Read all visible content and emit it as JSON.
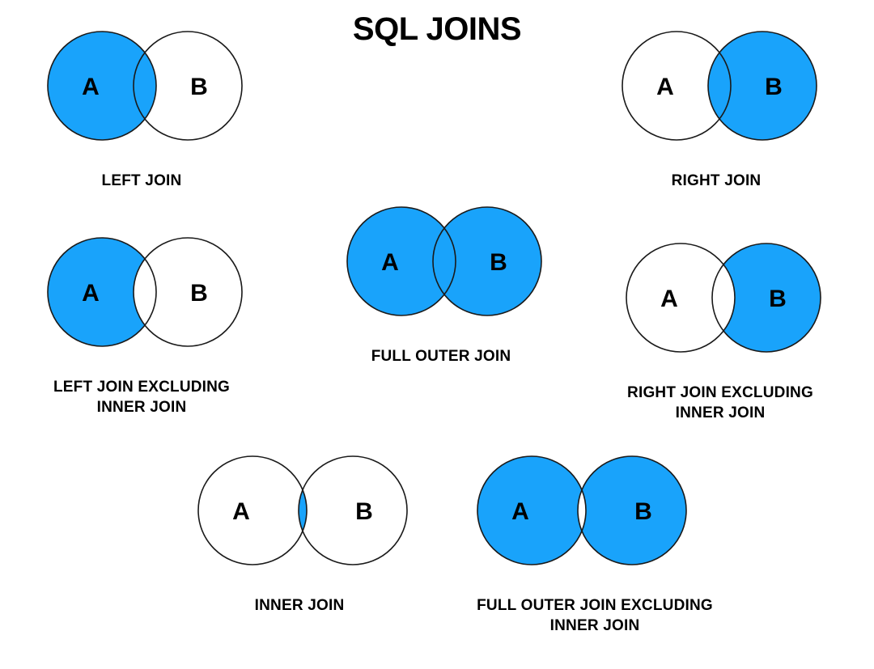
{
  "title": "SQL JOINS",
  "colors": {
    "fill": "#19A3FB",
    "stroke": "#1a1a1a",
    "text": "#000000",
    "background": "#ffffff"
  },
  "set_labels": {
    "left": "A",
    "right": "B"
  },
  "diagrams": [
    {
      "id": "left-join",
      "label": "LEFT JOIN",
      "shaded": "A (including intersection)",
      "fill_a": true,
      "fill_b": false,
      "fill_intersection": true,
      "left_letter": "A",
      "right_letter": "B"
    },
    {
      "id": "right-join",
      "label": "RIGHT JOIN",
      "shaded": "B (including intersection)",
      "fill_a": false,
      "fill_b": true,
      "fill_intersection": true,
      "left_letter": "A",
      "right_letter": "B"
    },
    {
      "id": "left-join-excluding-inner-join",
      "label": "LEFT JOIN EXCLUDING\nINNER JOIN",
      "shaded": "A only (intersection excluded)",
      "fill_a": true,
      "fill_b": false,
      "fill_intersection": false,
      "left_letter": "A",
      "right_letter": "B"
    },
    {
      "id": "full-outer-join",
      "label": "FULL OUTER JOIN",
      "shaded": "A and B (including intersection)",
      "fill_a": true,
      "fill_b": true,
      "fill_intersection": true,
      "left_letter": "A",
      "right_letter": "B"
    },
    {
      "id": "right-join-excluding-inner-join",
      "label": "RIGHT JOIN EXCLUDING\nINNER JOIN",
      "shaded": "B only (intersection excluded)",
      "fill_a": false,
      "fill_b": true,
      "fill_intersection": false,
      "left_letter": "A",
      "right_letter": "B"
    },
    {
      "id": "inner-join",
      "label": "INNER JOIN",
      "shaded": "intersection only",
      "fill_a": false,
      "fill_b": false,
      "fill_intersection": true,
      "left_letter": "A",
      "right_letter": "B"
    },
    {
      "id": "full-outer-join-excluding-inner-join",
      "label": "FULL OUTER JOIN EXCLUDING\nINNER JOIN",
      "shaded": "A and B (intersection excluded)",
      "fill_a": true,
      "fill_b": true,
      "fill_intersection": false,
      "left_letter": "A",
      "right_letter": "B"
    }
  ]
}
